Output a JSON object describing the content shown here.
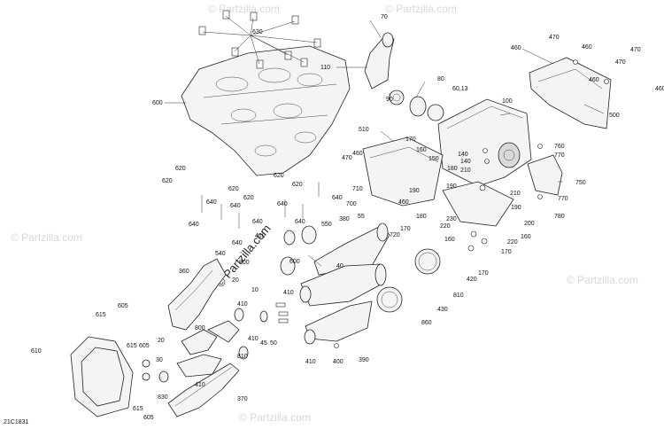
{
  "diagram": {
    "code": "21C1831",
    "watermark_text": "© Partzilla.com",
    "callouts": [
      "630",
      "600",
      "70",
      "110",
      "460",
      "470",
      "470",
      "460",
      "470",
      "460",
      "460",
      "500",
      "80",
      "60,13",
      "100",
      "90",
      "510",
      "170",
      "160",
      "150",
      "140",
      "140",
      "180",
      "210",
      "190",
      "760",
      "770",
      "750",
      "470",
      "460",
      "710",
      "700",
      "460",
      "55",
      "720",
      "190",
      "170",
      "180",
      "210",
      "190",
      "770",
      "780",
      "230",
      "220",
      "200",
      "160",
      "160",
      "220",
      "170",
      "170",
      "620",
      "620",
      "620",
      "620",
      "620",
      "620",
      "640",
      "640",
      "640",
      "640",
      "640",
      "640",
      "640",
      "640",
      "410",
      "550",
      "380",
      "540",
      "800",
      "600",
      "40",
      "20",
      "360",
      "10",
      "410",
      "410",
      "50",
      "45",
      "860",
      "430",
      "810",
      "420",
      "615",
      "605",
      "615",
      "605",
      "610",
      "410",
      "20",
      "30",
      "830",
      "810",
      "400",
      "390",
      "615",
      "605",
      "370",
      "800",
      "410",
      "410"
    ]
  }
}
